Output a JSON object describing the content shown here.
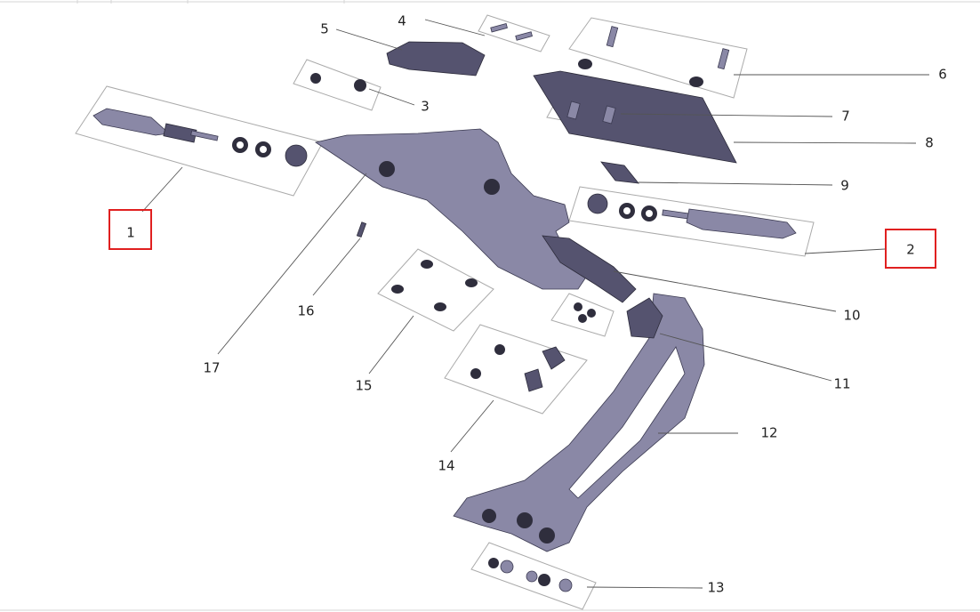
{
  "diagram": {
    "callouts": [
      "1",
      "2",
      "3",
      "4",
      "5",
      "6",
      "7",
      "8",
      "9",
      "10",
      "11",
      "12",
      "13",
      "14",
      "15",
      "16",
      "17"
    ],
    "highlighted_callouts": [
      "1",
      "2"
    ],
    "colors": {
      "highlight": "#e02020",
      "part": "#55536f",
      "leader": "#555555"
    }
  }
}
